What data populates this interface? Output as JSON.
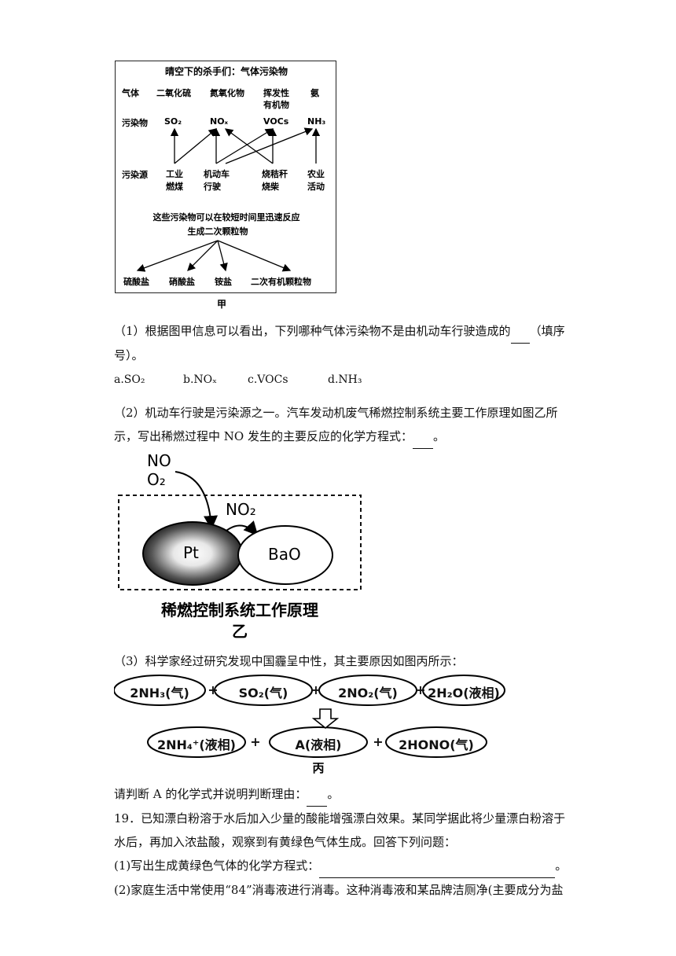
{
  "figA": {
    "title": "晴空下的杀手们：气体污染物",
    "row_gas_label": "气体",
    "gases": [
      "二氧化硫",
      "氮氧化物",
      "挥发性",
      "有机物",
      "氨"
    ],
    "row_pollutant_label": "污染物",
    "pollutants": [
      "SO₂",
      "NOₓ",
      "VOCs",
      "NH₃"
    ],
    "row_source_label": "污染源",
    "sources": [
      {
        "l1": "工业",
        "l2": "燃煤"
      },
      {
        "l1": "机动车",
        "l2": "行驶"
      },
      {
        "l1": "烧秸秆",
        "l2": "烧柴"
      },
      {
        "l1": "农业",
        "l2": "活动"
      }
    ],
    "note_l1": "这些污染物可以在较短时间里迅速反应",
    "note_l2": "生成二次颗粒物",
    "products": [
      "硫酸盐",
      "硝酸盐",
      "铵盐",
      "二次有机颗粒物"
    ],
    "caption": "甲"
  },
  "q1": {
    "text_l1": "（1）根据图甲信息可以看出，下列哪种气体污染物不是由机动车行驶造成的",
    "text_l1b": "（填序",
    "text_l2": "号）。",
    "options": [
      "a.SO₂",
      "b.NOₓ",
      "c.VOCs",
      "d.NH₃"
    ]
  },
  "q2": {
    "text_l1": "（2）机动车行驶是污染源之一。汽车发动机废气稀燃控制系统主要工作原理如图乙所",
    "text_l2": "示，写出稀燃过程中 NO 发生的主要反应的化学方程式：",
    "text_l2_end": "。"
  },
  "figB": {
    "in_l1": "NO",
    "in_l2": "O₂",
    "mid": "NO₂",
    "left": "Pt",
    "right": "BaO",
    "caption_l1": "稀燃控制系统工作原理",
    "caption_l2": "乙"
  },
  "q3": {
    "text": "（3）科学家经过研究发现中国霾呈中性，其主要原因如图丙所示："
  },
  "figC": {
    "top": [
      "2NH₃(气)",
      "SO₂(气)",
      "2NO₂(气)",
      "2H₂O(液相)"
    ],
    "bottom": [
      "2NH₄⁺(液相)",
      "A(液相)",
      "2HONO(气)"
    ],
    "plus": "+",
    "caption": "丙"
  },
  "q3b": {
    "text": "请判断 A 的化学式并说明判断理由：",
    "end": "。"
  },
  "q19": {
    "l1": "19．已知漂白粉溶于水后加入少量的酸能增强漂白效果。某同学据此将少量漂白粉溶于",
    "l2": "水后，再加入浓盐酸，观察到有黄绿色气体生成。回答下列问题：",
    "s1": "(1)写出生成黄绿色气体的化学方程式：",
    "s1_end": "。",
    "s2": "(2)家庭生活中常使用“84”消毒液进行消毒。这种消毒液和某品牌洁厕净(主要成分为盐"
  }
}
